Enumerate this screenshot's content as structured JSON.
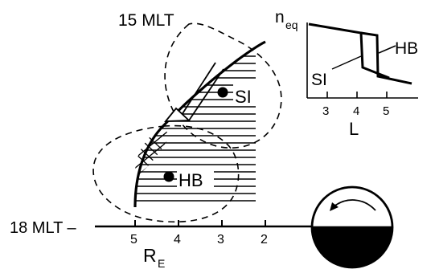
{
  "labels": {
    "top_mlt": "15 MLT",
    "bottom_mlt": "18 MLT –",
    "si": "SI",
    "hb": "HB",
    "x_axis": "R",
    "x_axis_sub": "E"
  },
  "x_ticks": [
    "5",
    "4",
    "3",
    "2"
  ],
  "inset": {
    "y_label": "n",
    "y_label_sub": "eq",
    "x_label": "L",
    "x_ticks": [
      "3",
      "4",
      "5"
    ],
    "si_label": "SI",
    "hb_label": "HB"
  }
}
